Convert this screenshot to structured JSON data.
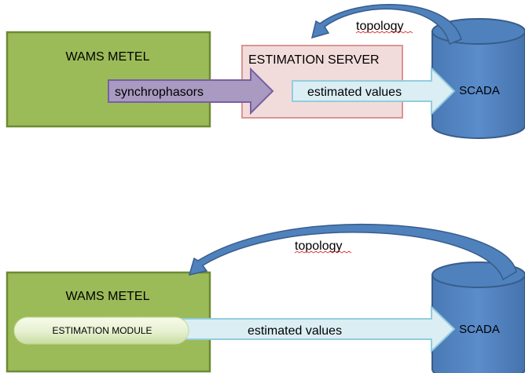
{
  "diagram_top": {
    "wams_label": "WAMS METEL",
    "estimation_server_label": "ESTIMATION SERVER",
    "synchrophasors_label": "synchrophasors",
    "estimated_values_label": "estimated values",
    "scada_label": "SCADA",
    "topology_label": "topology"
  },
  "diagram_bottom": {
    "wams_label": "WAMS METEL",
    "estimation_module_label": "ESTIMATION MODULE",
    "estimated_values_label": "estimated values",
    "scada_label": "SCADA",
    "topology_label": "topology"
  },
  "colors": {
    "wams_fill": "#9bbb59",
    "wams_stroke": "#6e8a35",
    "server_fill": "#f2dcdb",
    "server_stroke": "#d99694",
    "synchro_fill": "#a89ac0",
    "synchro_stroke": "#7a5fa3",
    "values_fill": "#dbeef4",
    "values_stroke": "#93cddd",
    "scada_fill": "#4f81bd",
    "scada_stroke": "#385d8a",
    "module_fill": "#ebf1dd",
    "spellcheck_underline": "#e03030"
  }
}
